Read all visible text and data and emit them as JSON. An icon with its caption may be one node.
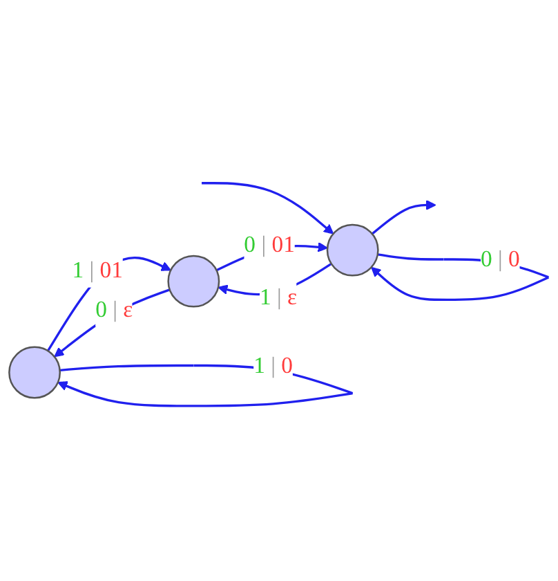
{
  "diagram": {
    "nodes": [
      {
        "text": [],
        "shape": "circle"
      },
      {
        "text": [],
        "shape": "circle"
      },
      {
        "text": [],
        "shape": "circle"
      }
    ],
    "edges": [
      {
        "from": null,
        "to": 1,
        "arrow": "to"
      },
      {
        "from": 1,
        "to": null,
        "arrow": "to"
      },
      {
        "from": 1,
        "to": 1,
        "arrow": "to",
        "label": "0 | 0"
      },
      {
        "from": 1,
        "to": 2,
        "arrow": "to",
        "label": "1 | ε"
      },
      {
        "from": 2,
        "to": 1,
        "arrow": "to",
        "label": "0 | 01"
      },
      {
        "from": 2,
        "to": 0,
        "arrow": "to",
        "label": "0 | ε"
      },
      {
        "from": 0,
        "to": 2,
        "arrow": "to",
        "label": "1 | 01"
      },
      {
        "from": 0,
        "to": 0,
        "arrow": "to",
        "label": "1 | 0"
      }
    ]
  }
}
